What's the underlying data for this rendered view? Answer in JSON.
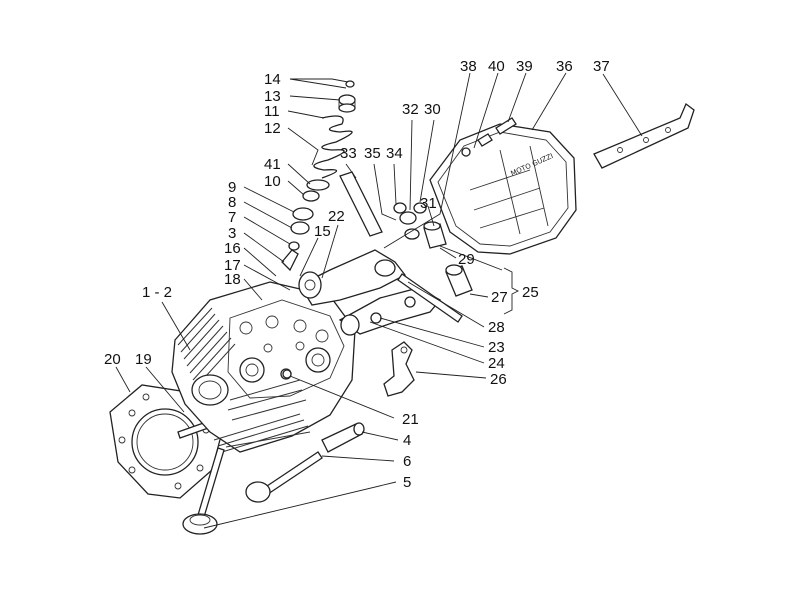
{
  "diagram": {
    "logo": "MOTO GUZZI",
    "labels": {
      "l1_2": "1 - 2",
      "l3": "3",
      "l4": "4",
      "l5": "5",
      "l6": "6",
      "l7": "7",
      "l8": "8",
      "l9": "9",
      "l10": "10",
      "l11": "11",
      "l12": "12",
      "l13": "13",
      "l14": "14",
      "l15": "15",
      "l16": "16",
      "l17": "17",
      "l18": "18",
      "l19": "19",
      "l20": "20",
      "l21": "21",
      "l22": "22",
      "l23": "23",
      "l24": "24",
      "l25": "25",
      "l26": "26",
      "l27": "27",
      "l28": "28",
      "l29": "29",
      "l30": "30",
      "l31": "31",
      "l32": "32",
      "l33": "33",
      "l34": "34",
      "l35": "35",
      "l36": "36",
      "l37": "37",
      "l38": "38",
      "l39": "39",
      "l40": "40",
      "l41": "41"
    }
  }
}
